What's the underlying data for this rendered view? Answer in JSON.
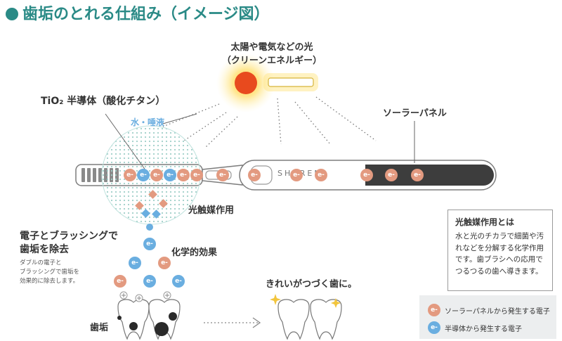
{
  "title": "歯垢のとれる仕組み（イメージ図）",
  "light_source": {
    "line1": "太陽や電気などの光",
    "line2": "（クリーンエネルギー）"
  },
  "tio2_label": "TiO₂ 半導体（酸化チタン）",
  "water_label": "水・唾液",
  "solar_panel_label": "ソーラーパネル",
  "photocatalysis_label": "光触媒作用",
  "chemical_effect_label": "化学的効果",
  "remove_plaque": {
    "line1": "電子とブラッシングで",
    "line2": "歯垢を除去",
    "desc1": "ダブルの電子と",
    "desc2": "ブラッシングで歯垢を",
    "desc3": "効果的に除去します。"
  },
  "clean_teeth_label": "きれいがつづく歯に。",
  "plaque_label": "歯垢",
  "electron_text": "e-",
  "brand_text": "SHAREN",
  "note": {
    "heading": "光触媒作用とは",
    "body": "水と光のチカラで細菌や汚れなどを分解する化学作用です。歯ブラシへの応用でつるつるの歯へ導きます。"
  },
  "legend": [
    {
      "text": "ソーラーパネルから発生する電子",
      "color": "#e39a80"
    },
    {
      "text": "半導体から発生する電子",
      "color": "#6aaee0"
    }
  ],
  "colors": {
    "accent": "#2a8a86",
    "solar_electron": "#e39a80",
    "semiconductor_electron": "#6aaee0",
    "sun": "#e84a1e"
  }
}
